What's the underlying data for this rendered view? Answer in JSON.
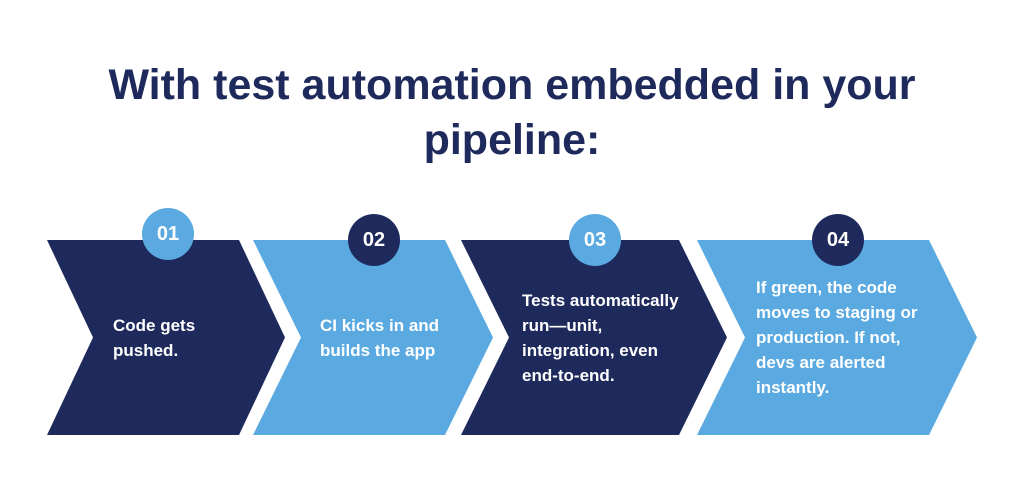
{
  "title": "With test automation embedded in your pipeline:",
  "colors": {
    "navy": "#1f2a5c",
    "light_blue": "#5aa9e0",
    "white": "#ffffff"
  },
  "steps": [
    {
      "number": "01",
      "text": "Code gets pushed."
    },
    {
      "number": "02",
      "text": "CI kicks in and builds the app"
    },
    {
      "number": "03",
      "text": "Tests automatically run—unit, integration, even end-to-end."
    },
    {
      "number": "04",
      "text": "If green, the code moves to staging or production. If not, devs are alerted instantly."
    }
  ]
}
